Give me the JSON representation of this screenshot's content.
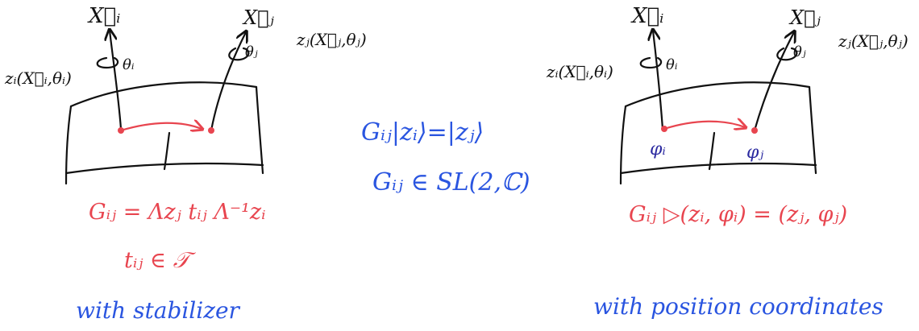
{
  "colors": {
    "ink": "#111111",
    "red": "#e8454f",
    "blue": "#2a55e0",
    "navy": "#2b2aa0"
  },
  "left_panel": {
    "vector_i": "X⃗ᵢ",
    "vector_j": "X⃗ⱼ",
    "theta_i": "θᵢ",
    "theta_j": "θⱼ",
    "label_zi": "zᵢ(X⃗ᵢ,θᵢ)",
    "label_zj": "zⱼ(X⃗ⱼ,θⱼ)",
    "formula_g": "Gᵢⱼ = Λzⱼ tᵢⱼ Λ⁻¹zᵢ",
    "formula_t": "tᵢⱼ ∈ 𝒯",
    "caption": "with stabilizer"
  },
  "middle": {
    "line1": "Gᵢⱼ|zᵢ⟩=|zⱼ⟩",
    "line2": "Gᵢⱼ ∈ SL(2,ℂ)"
  },
  "right_panel": {
    "vector_i": "X⃗ᵢ",
    "vector_j": "X⃗ⱼ",
    "theta_i": "θᵢ",
    "theta_j": "θⱼ",
    "label_zi": "zᵢ(X⃗ᵢ,θᵢ)",
    "label_zj": "zⱼ(X⃗ⱼ,θⱼ)",
    "phi_i": "φᵢ",
    "phi_j": "φⱼ",
    "formula_g": "Gᵢⱼ ▷(zᵢ, φᵢ) = (zⱼ, φⱼ)",
    "caption": "with position coordinates"
  }
}
